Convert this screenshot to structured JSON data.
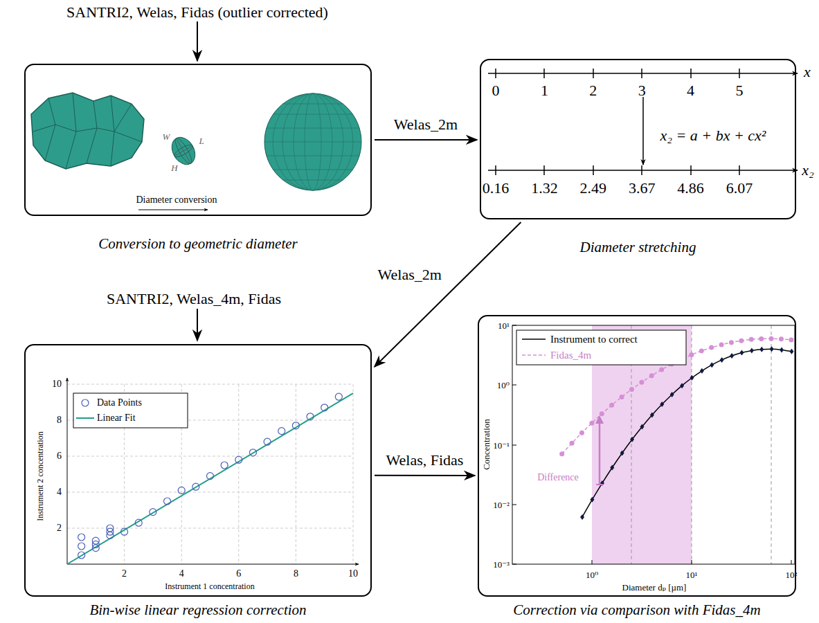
{
  "diagram": {
    "nodes": [
      {
        "text": [
          "Conversion to geometric diameter"
        ]
      },
      {
        "text": [
          "Diameter stretching"
        ]
      },
      {
        "text": [
          "Bin-wise linear regression correction"
        ]
      },
      {
        "text": [
          "Correction via comparison with Fidas_4m"
        ]
      }
    ],
    "edges": [
      {
        "from": 0,
        "to": 1,
        "arrow": "to",
        "label": "Welas_2m"
      },
      {
        "from": 1,
        "to": 2,
        "arrow": "to",
        "label": "Welas_2m"
      },
      {
        "from": 2,
        "to": 3,
        "arrow": "to",
        "label": "Welas, Fidas"
      }
    ],
    "labels": [
      "SANTRI2, Welas, Fidas (outlier corrected)",
      "W",
      "L",
      "H",
      "Diameter conversion",
      "x",
      "0",
      "1",
      "2",
      "3",
      "4",
      "5",
      "x₂ = a + bx + cx²",
      "x₂",
      "0.16",
      "1.32",
      "2.49",
      "3.67",
      "4.86",
      "6.07",
      "SANTRI2, Welas_4m, Fidas",
      "2",
      "4",
      "6",
      "8",
      "10",
      "2",
      "4",
      "6",
      "8",
      "10",
      "Instrument 1 concentration",
      "Instrument 2 concentration",
      "10¹",
      "10⁰",
      "10⁻¹",
      "10⁻²",
      "10⁻³",
      "10⁰",
      "10¹",
      "10²",
      "Concentration",
      "Diameter dₚ [µm]",
      "Difference"
    ],
    "legend": [
      {
        "text": "Data Points"
      },
      {
        "text": "Linear Fit"
      },
      {
        "text": "Instrument to correct"
      },
      {
        "text": "Fidas_4m"
      }
    ]
  }
}
